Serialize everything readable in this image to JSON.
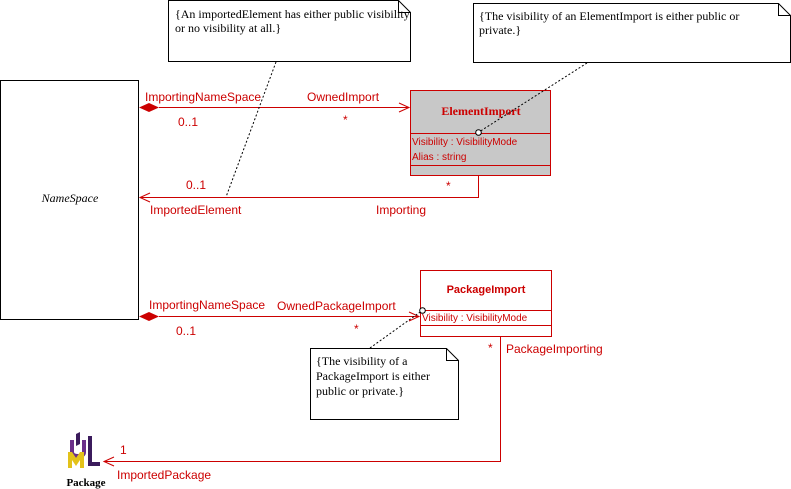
{
  "colors": {
    "line": "#cc0000",
    "text_red": "#cc0000",
    "element_import_fill": "#c8c8c8",
    "note_border": "#000000",
    "text_black": "#000000",
    "uml_icon_u": "#6b2f8a",
    "uml_icon_m": "#e3c21a",
    "uml_icon_l": "#3b1b5c"
  },
  "classes": {
    "namespace": {
      "name": "NameSpace"
    },
    "element_import": {
      "name": "ElementImport",
      "attributes": [
        "Visibility : VisibilityMode",
        "Alias : string"
      ]
    },
    "package_import": {
      "name": "PackageImport",
      "attributes": [
        "Visibility : VisibilityMode"
      ]
    },
    "package": {
      "name": "Package",
      "icon": "uml-logo-icon"
    }
  },
  "notes": {
    "imported_element": "{An importedElement has either public visibility or no visibility at all.}",
    "element_import_visibility": "{The visibility of an ElementImport is either public or private.}",
    "package_import_visibility": "{The visibility of a PackageImport is either public or private.}"
  },
  "associations": {
    "owned_import": {
      "source_role": "ImportingNameSpace",
      "source_mult": "0..1",
      "target_role": "OwnedImport",
      "target_mult": "*"
    },
    "imported_element": {
      "source_role": "Importing",
      "source_mult": "*",
      "target_role": "ImportedElement",
      "target_mult": "0..1"
    },
    "owned_package_import": {
      "source_role": "ImportingNameSpace",
      "source_mult": "0..1",
      "target_role": "OwnedPackageImport",
      "target_mult": "*"
    },
    "imported_package": {
      "source_role": "PackageImporting",
      "source_mult": "*",
      "target_role": "ImportedPackage",
      "target_mult": "1"
    }
  }
}
